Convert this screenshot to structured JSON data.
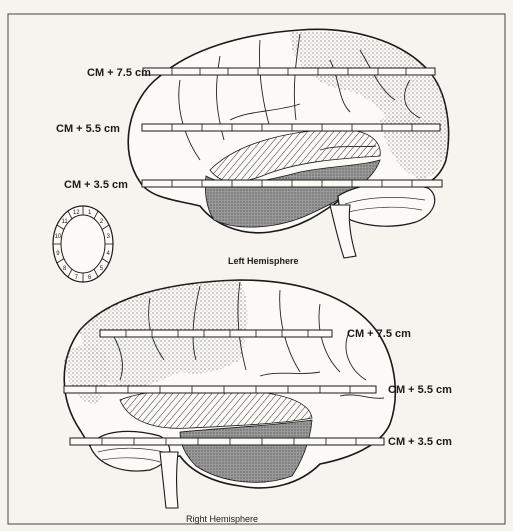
{
  "figure": {
    "left_hemisphere": {
      "title": "Left Hemisphere",
      "levels": [
        "CM + 7.5 cm",
        "CM + 5.5 cm",
        "CM + 3.5 cm"
      ]
    },
    "right_hemisphere": {
      "title": "Right Hemisphere",
      "levels": [
        "CM + 7.5 cm",
        "CM + 5.5 cm",
        "CM + 3.5 cm"
      ]
    },
    "ring_numbers": [
      "1",
      "2",
      "3",
      "4",
      "5",
      "6",
      "7",
      "8",
      "9",
      "10",
      "11",
      "12"
    ],
    "colors": {
      "background": "#f7f4ef",
      "ink": "#1a1a1a",
      "stipple": "#555555",
      "temporal_dark": "#8a8a8a"
    }
  }
}
